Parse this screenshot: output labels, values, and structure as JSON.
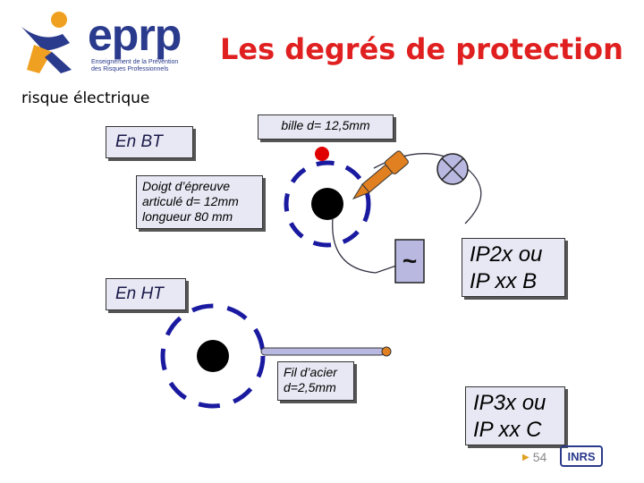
{
  "logo": {
    "name": "eprp",
    "subtitle_lines": [
      "Enseignement de la Prévention",
      "des Risques Professionnels"
    ]
  },
  "header": {
    "title": "Les degrés de protection",
    "subtitle": "risque électrique"
  },
  "labels": {
    "bt": "En  BT",
    "ht": "En  HT",
    "bille": "bille d= 12,5mm",
    "doigt_lines": [
      "Doigt d’épreuve",
      "articulé d= 12mm",
      "longueur 80 mm"
    ],
    "fil_lines": [
      "Fil d’acier",
      "d=2,5mm"
    ],
    "ip_b_lines": [
      "IP2x ou",
      "IP xx B"
    ],
    "ip_c_lines": [
      "IP3x ou",
      "IP xx C"
    ],
    "tilde": "~"
  },
  "footer": {
    "page_number": "54",
    "inrs_logo": "INRS"
  },
  "colors": {
    "title": "#e02020",
    "dash_blue": "#1a1aa0",
    "box_fill": "#e8e8f4",
    "ball_red": "#e00000",
    "probe_orange": "#e08020"
  }
}
